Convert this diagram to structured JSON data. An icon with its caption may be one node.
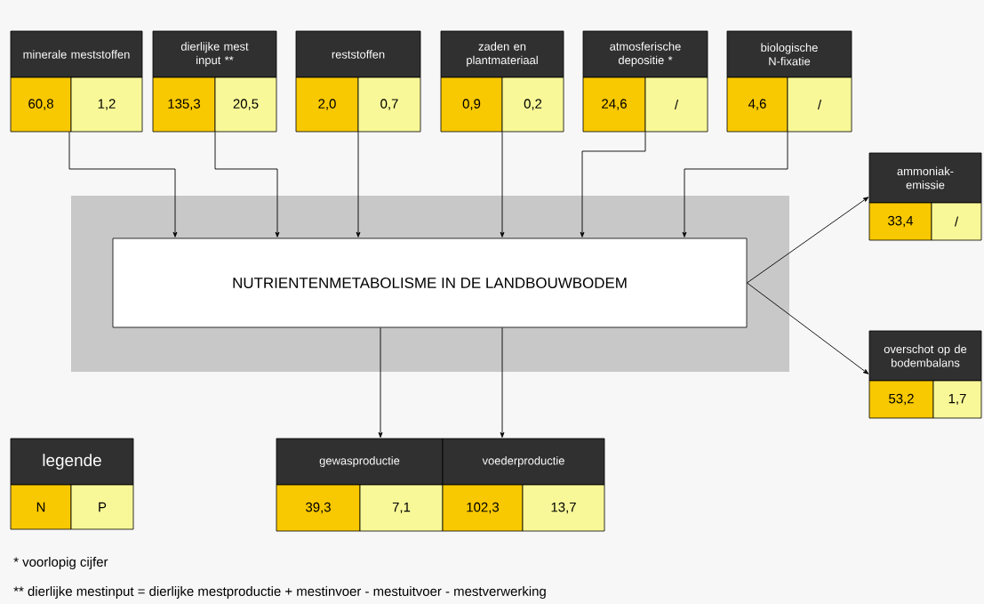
{
  "diagram": {
    "nodes": [
      {
        "text": [
          "minerale meststoffen",
          "60,8",
          "1,2"
        ]
      },
      {
        "text": [
          "dierlijke mest input **",
          "135,3",
          "20,5"
        ]
      },
      {
        "text": [
          "reststoffen",
          "2,0",
          "0,7"
        ]
      },
      {
        "text": [
          "zaden en plantmateriaal",
          "0,9",
          "0,2"
        ]
      },
      {
        "text": [
          "atmosferische depositie *",
          "24,6",
          "/"
        ]
      },
      {
        "text": [
          "biologische N-fixatie",
          "4,6",
          "/"
        ]
      },
      {
        "text": [],
        "shape": "box"
      },
      {
        "text": [
          "NUTRIENTENMETABOLISME IN DE LANDBOUWBODEM"
        ],
        "in": 6
      },
      {
        "text": [
          "ammoniak-emissie",
          "33,4",
          "/"
        ]
      },
      {
        "text": [
          "overschot op de bodembalans",
          "53,2",
          "1,7"
        ]
      },
      {
        "text": [
          "gewasproductie",
          "39,3",
          "7,1"
        ]
      },
      {
        "text": [
          "voederproductie",
          "102,3",
          "13,7"
        ]
      }
    ],
    "edges": [
      {
        "from": 0,
        "to": 7,
        "arrow": "to"
      },
      {
        "from": 1,
        "to": 7,
        "arrow": "to"
      },
      {
        "from": 2,
        "to": 7,
        "arrow": "to"
      },
      {
        "from": 3,
        "to": 7,
        "arrow": "to"
      },
      {
        "from": 4,
        "to": 7,
        "arrow": "to"
      },
      {
        "from": 5,
        "to": 7,
        "arrow": "to"
      },
      {
        "from": 7,
        "to": 8,
        "arrow": "to"
      },
      {
        "from": 7,
        "to": 9,
        "arrow": "to"
      },
      {
        "from": 7,
        "to": 10,
        "arrow": "to"
      },
      {
        "from": 7,
        "to": 11,
        "arrow": "to"
      }
    ],
    "labels": [
      "legende",
      "* voorlopig cijfer",
      "** dierlijke mestinput = dierlijke mestproductie + mestinvoer - mestuitvoer - mestverwerking"
    ],
    "legend": [
      {
        "text": "N",
        "color": "#f8c800"
      },
      {
        "text": "P",
        "color": "#f8f898"
      }
    ]
  }
}
